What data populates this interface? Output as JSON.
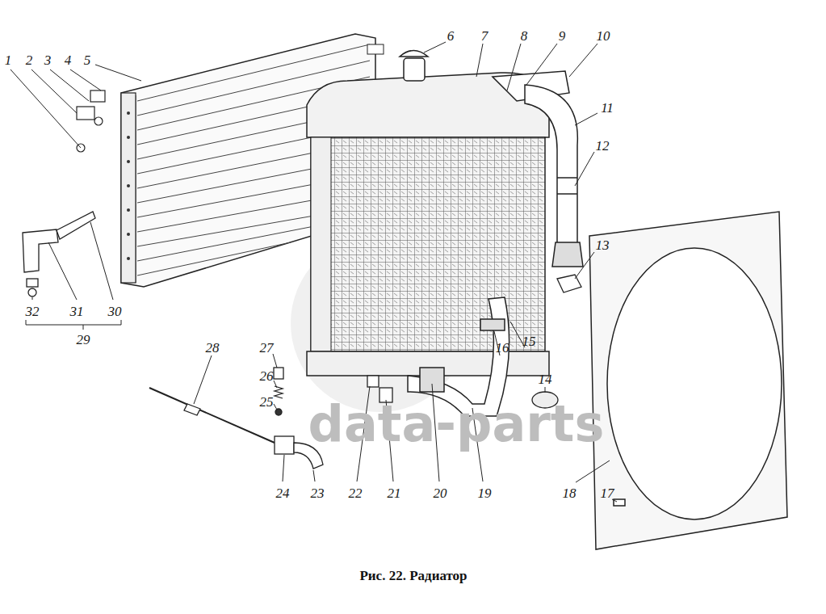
{
  "diagram": {
    "caption": "Рис. 22. Радиатор",
    "labels": [
      "1",
      "2",
      "3",
      "4",
      "5",
      "6",
      "7",
      "8",
      "9",
      "10",
      "11",
      "12",
      "13",
      "14",
      "15",
      "16",
      "17",
      "18",
      "19",
      "20",
      "21",
      "22",
      "23",
      "24",
      "25",
      "26",
      "27",
      "28",
      "29",
      "30",
      "31",
      "32",
      "data-parts"
    ]
  }
}
